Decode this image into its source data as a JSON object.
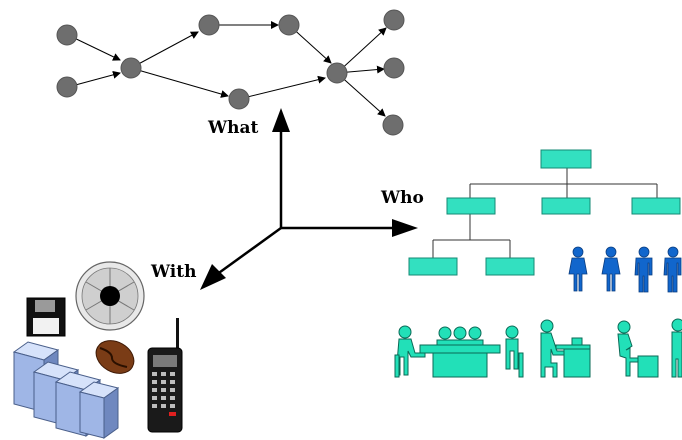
{
  "axes": {
    "what": "What",
    "who": "Who",
    "with": "With"
  },
  "colors": {
    "node_fill": "#6e6e6e",
    "org_box_fill": "#33e0c0",
    "person_fill": "#1166cc",
    "team_fill": "#22e0b8",
    "server_fill": "#9fb6e6",
    "coffee_fill": "#7a3c16"
  },
  "icons": [
    "process-graph",
    "org-chart-icon",
    "person-icon",
    "meeting-team-icon",
    "office-worker-icon",
    "floppy-disk-icon",
    "disk-platter-icon",
    "coffee-bean-icon",
    "mobile-phone-icon",
    "server-stack-icon"
  ]
}
